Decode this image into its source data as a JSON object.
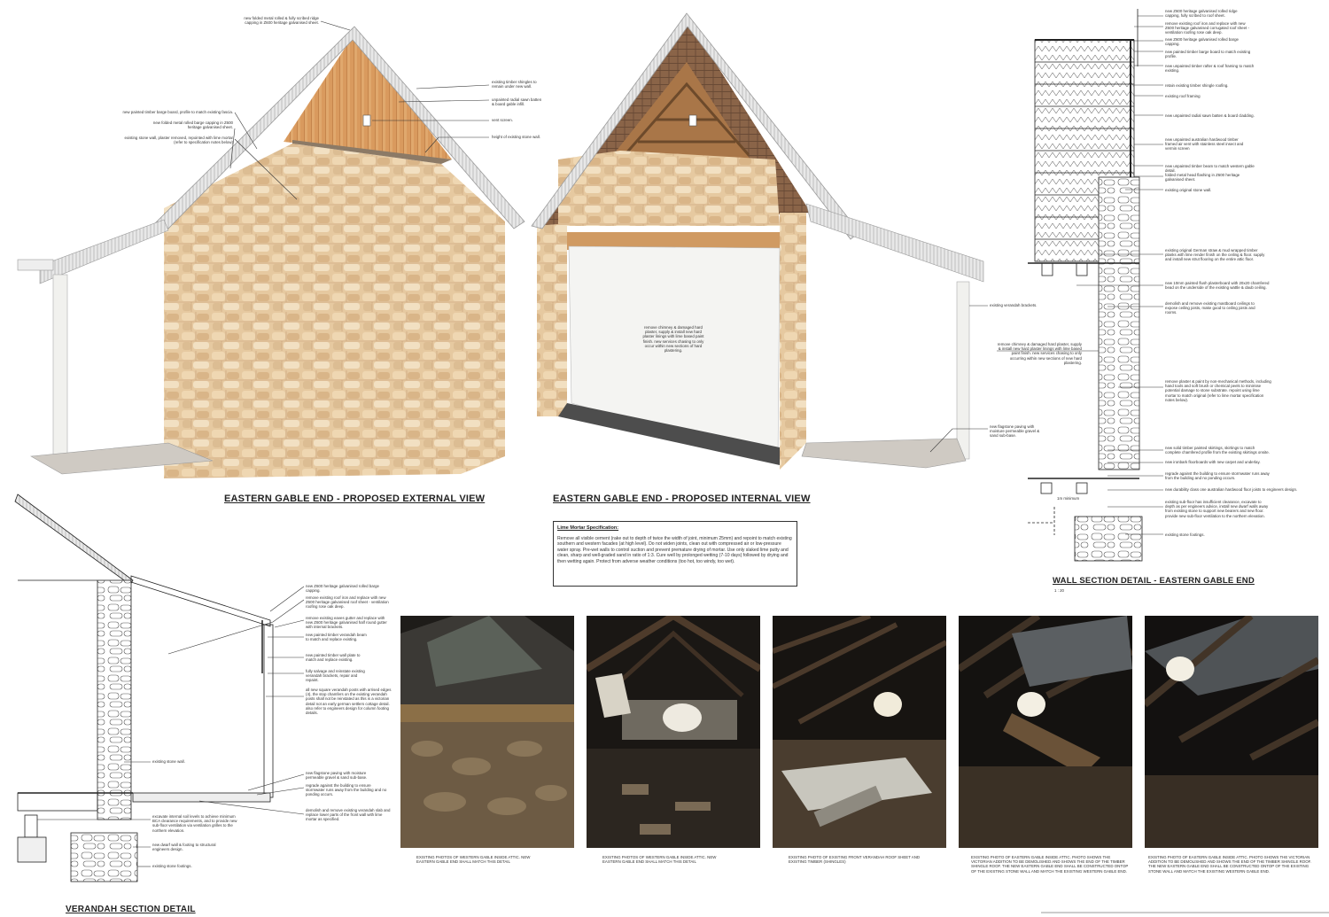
{
  "titles": {
    "external": "EASTERN GABLE END - PROPOSED EXTERNAL VIEW",
    "internal": "EASTERN GABLE END - PROPOSED INTERNAL VIEW",
    "wall_section": "WALL SECTION DETAIL - EASTERN GABLE END",
    "wall_section_scale": "1 : 20",
    "verandah": "VERANDAH SECTION DETAIL"
  },
  "ext_notes": {
    "ridge": "new folded metal rolled & fully scribed ridge capping in Z600 heritage galvanised sheet.",
    "barge": "new painted timber barge board, profile to match existing fascia.",
    "barge_cap": "new folded metal rolled barge capping in Z600 heritage galvanised sheet.",
    "stone": "existing stone wall, plaster removed, repointed with lime mortar (refer to specification notes below)"
  },
  "mid_notes": {
    "shingles": "existing timber shingles to remain under new wall.",
    "batten": "unpainted radial sawn batten & board gable infill.",
    "vent": "vent screen.",
    "height": "height of existing stone wall."
  },
  "int_notes": {
    "chimney": "remove chimney & damaged hard plaster, supply & install new hard plaster linings with lime based paint finish. new services chasing to only occur within new sections of hard plastering.",
    "verandah_brackets": "existing verandah brackets.",
    "flagstone": "new flagstone paving with moisture permeable gravel & sand sub-base."
  },
  "wall_notes": [
    "new Z600 heritage galvanised rolled ridge capping, fully scribed to roof sheet.",
    "remove existing roof iron and replace with new Z600 heritage galvanised corrugated roof sheet - ventilation roofing rose oak deep.",
    "new Z600 heritage galvanised rolled barge capping.",
    "new painted timber barge board to match existing profile.",
    "new unpainted timber rafter & roof framing to match existing.",
    "retain existing timber shingle roofing.",
    "existing roof framing",
    "new unpainted radial sawn batten & board cladding.",
    "new unpainted australian hardwood timber framed air vent with stainless steel insect and vermin screen",
    "new unpainted timber beam to match western gable detail.",
    "folded metal head flashing in Z600 heritage galvanised sheet.",
    "existing original stone wall.",
    "existing original German straw & mud wrapped timber planks with lime render finish on the ceiling & floor. supply and install new strut flooring on the entire attic floor.",
    "new 10mm painted flush plasterboard with 20x20 chamfered bead on the underside of the existing wattle & daub ceiling.",
    "demolish and remove existing mastboard ceilings to expose ceiling joists, make good to ceiling joists and rooms.",
    "remove chimney & damaged hard plaster, supply & install new hard plaster linings with lime based paint finish. new services chasing to only occurring within new sections of new hard plastering.",
    "remove plaster & paint by non-mechanical methods, including hand tools and soft brush or chemical peels to minimise potential damage to stone substrate. repoint using lime mortar to match original (refer to lime mortar specification notes below).",
    "new solid timber painted skirtings, skirtings to match complete chamfered profile from the existing skirtings onsite.",
    "new ironbark floorboards with new carpet and underlay.",
    "regrade against the building to ensure stormwater runs away from the building and no ponding occurs.",
    "new durability class one australian hardwood floor joists to engineers design.",
    "existing sub-floor has insufficient clearance, excavate to depth as per engineers advice, install new dwarf walls away from existing stone to support new bearers and new floor. provide new sub-floor ventilation to the northern elevation.",
    "existing stone footings."
  ],
  "ver_notes": [
    "new Z600 heritage galvanised rolled barge capping.",
    "remove existing roof iron and replace with new Z600 heritage galvanised roof sheet - ventilation roofing rose oak deep.",
    "remove existing eaves gutter and replace with new Z600 heritage galvanised half round gutter with internal brackets.",
    "new painted timber verandah beam to match and replace existing.",
    "new painted timber wall plate to match and replace existing.",
    "fully salvage and reinstate existing verandah brackets, repair and repaint.",
    "all new square verandah posts with arrised edges (4), the stop chamfers on the existing verandah posts shall not be reinstated as this is a victorian detail not an early german settlers cottage detail. also refer to engineers design for column footing details.",
    "existing stone wall.",
    "new flagstone paving with moisture permeable gravel & sand sub-base.",
    "regrade against the building to ensure stormwater runs away from the building and no ponding occurs.",
    "excavate internal soil levels to achieve minimum BCA clearance requirements, and to provide new sub-floor ventilation via ventilation grilles to the northern elevation.",
    "new dwarf wall & footing to structural engineers design.",
    "demolish and remove existing verandah slab and replace lower parts of the front wall with lime mortar as specified.",
    "existing stone footings."
  ],
  "wall_dim": "1m minimum",
  "spec": {
    "title": "Lime Mortar Specification:",
    "body": "Remove all visible cement (rake out to depth of twice the width of joint, minimum 25mm) and repoint to match existing southern and western facades (at high level). Do not widen joints, clean out with compressed air or low-pressure water spray. Pre-wet walls to control suction and prevent premature drying of mortar. Use only slaked lime putty and clean, sharp and well-graded sand in ratio of 1:3. Cure well by prolonged wetting (7-10 days) followed by drying and then wetting again. Protect from adverse weather conditions (too hot, too windy, too wet)."
  },
  "photos": [
    {
      "caption": "EXISTING PHOTOS OF WESTERN GABLE INSIDE ATTIC. NEW EASTERN GABLE END SHALL MATCH THIS DETAIL"
    },
    {
      "caption": "EXISTING PHOTOS OF WESTERN GABLE INSIDE ATTIC. NEW EASTERN GABLE END SHALL MATCH THIS DETAIL"
    },
    {
      "caption": "EXISTING PHOTO OF EXISTING FRONT VERANDAH ROOF SHEET AND EXISTING TIMBER (SHINGLES)"
    },
    {
      "caption": "EXISTING PHOTO OF EASTERN GABLE INSIDE ATTIC. PHOTO SHOWS THE VICTORIAN ADDITION TO BE DEMOLISHED AND SHOWS THE END OF THE TIMBER SHINGLE ROOF. THE NEW EASTERN GABLE END SHALL BE CONSTRUCTED ONTOP OF THE EXISTING STONE WALL AND MATCH THE EXISTING WESTERN GABLE END."
    },
    {
      "caption": "EXISTING PHOTO OF EASTERN GABLE INSIDE ATTIC. PHOTO SHOWS THE VICTORIAN ADDITION TO BE DEMOLISHED AND SHOWS THE END OF THE TIMBER SHINGLE ROOF. THE NEW EASTERN GABLE END SHALL BE CONSTRUCTED ONTOP OF THE EXISTING STONE WALL AND MATCH THE EXISTING WESTERN GABLE END."
    }
  ]
}
